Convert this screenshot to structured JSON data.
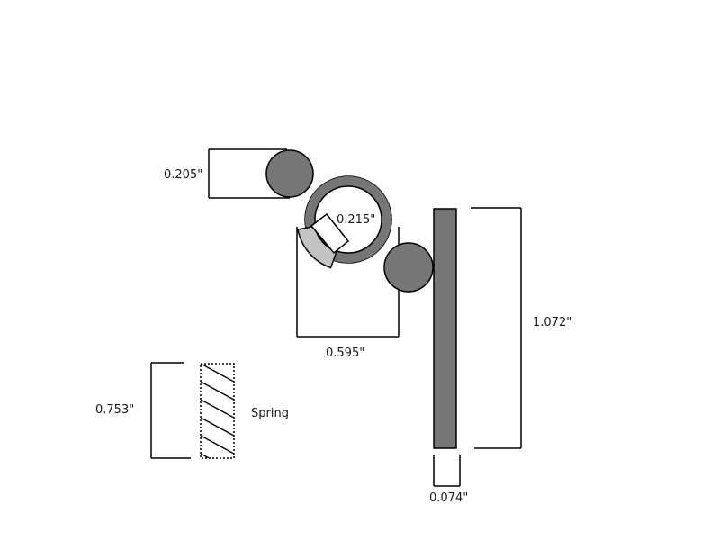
{
  "labels": {
    "ball_top_height": "0.205\"",
    "ring_inner": "0.215\"",
    "block_width": "0.595\"",
    "bar_height": "1.072\"",
    "spring_height": "0.753\"",
    "bar_width": "0.074\"",
    "spring": "Spring"
  },
  "colors": {
    "dark_fill": "#767676",
    "light_fill": "#c3c3c3",
    "stroke": "#000000",
    "background": "#ffffff"
  }
}
